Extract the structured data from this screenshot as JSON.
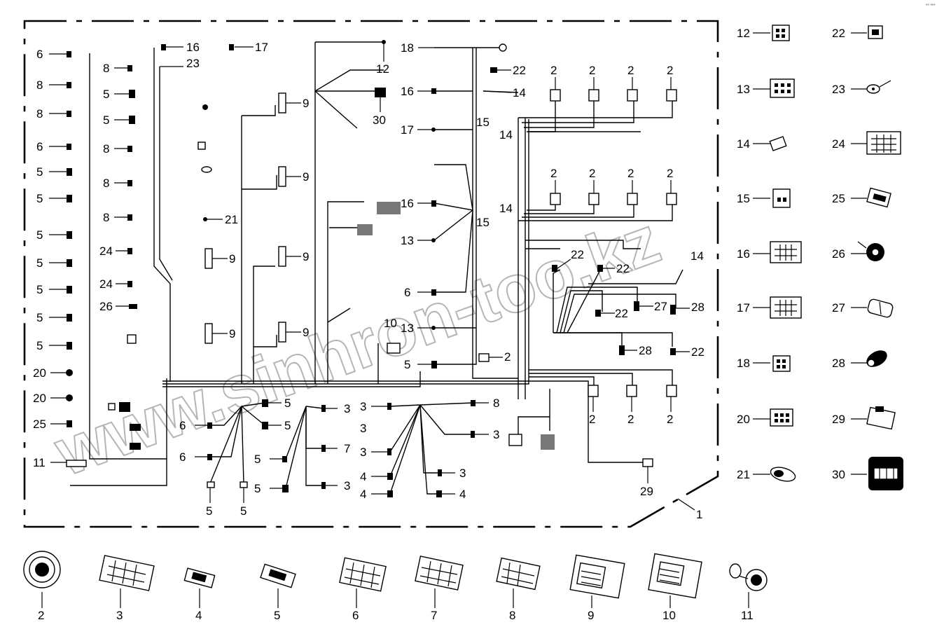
{
  "watermark": "www.sinhron-too.kz",
  "corner_mark": "°° °°°",
  "harness_callouts": {
    "left_column": [
      "6",
      "8",
      "8",
      "6",
      "5",
      "5",
      "5",
      "5",
      "5",
      "5",
      "5",
      "20",
      "20",
      "25",
      "11"
    ],
    "trunk_left": [
      "8",
      "5",
      "5",
      "8",
      "8",
      "8",
      "24",
      "24",
      "26"
    ],
    "top_left": [
      "16",
      "23",
      "17",
      "21"
    ],
    "col9": [
      "9",
      "9",
      "9",
      "9",
      "9",
      "9"
    ],
    "center_top": [
      "12",
      "30"
    ],
    "center_right": [
      "18",
      "22",
      "16",
      "14",
      "17",
      "15",
      "14",
      "14",
      "15",
      "16",
      "13",
      "6",
      "13",
      "10",
      "5",
      "2"
    ],
    "bottom_left_group": [
      "5",
      "6",
      "5",
      "6",
      "5",
      "5",
      "5",
      "5"
    ],
    "bottom_mid_group": [
      "3",
      "7",
      "3",
      "3",
      "3",
      "3",
      "8",
      "3",
      "4",
      "3",
      "4",
      "4"
    ],
    "right_upper": [
      "2",
      "2",
      "2",
      "2",
      "2",
      "2",
      "2",
      "2"
    ],
    "right_mid": [
      "22",
      "22",
      "14",
      "22",
      "27",
      "28",
      "28",
      "22"
    ],
    "right_lower": [
      "2",
      "2",
      "2",
      "29",
      "1"
    ]
  },
  "legend_right": [
    {
      "num": "12",
      "icon": "connector-6pin-icon"
    },
    {
      "num": "22",
      "icon": "connector-small-icon"
    },
    {
      "num": "13",
      "icon": "connector-8pin-icon"
    },
    {
      "num": "23",
      "icon": "ring-terminal-icon"
    },
    {
      "num": "14",
      "icon": "single-terminal-icon"
    },
    {
      "num": "24",
      "icon": "connector-12pin-icon"
    },
    {
      "num": "15",
      "icon": "connector-2pin-icon"
    },
    {
      "num": "25",
      "icon": "connector-angled-icon"
    },
    {
      "num": "16",
      "icon": "connector-10pin-icon"
    },
    {
      "num": "26",
      "icon": "round-sensor-icon"
    },
    {
      "num": "17",
      "icon": "connector-10pin-icon"
    },
    {
      "num": "27",
      "icon": "sealed-connector-icon"
    },
    {
      "num": "18",
      "icon": "connector-4pin-icon"
    },
    {
      "num": "28",
      "icon": "sealed-plug-icon"
    },
    {
      "num": "20",
      "icon": "connector-6pin-icon"
    },
    {
      "num": "29",
      "icon": "connector-block-icon"
    },
    {
      "num": "21",
      "icon": "sealed-plug-icon"
    },
    {
      "num": "30",
      "icon": "ecu-connector-icon"
    }
  ],
  "legend_bottom": [
    {
      "num": "2",
      "icon": "round-connector-icon"
    },
    {
      "num": "3",
      "icon": "connector-long-icon"
    },
    {
      "num": "4",
      "icon": "connector-small-icon"
    },
    {
      "num": "5",
      "icon": "connector-angled-icon"
    },
    {
      "num": "6",
      "icon": "connector-12pin-icon"
    },
    {
      "num": "7",
      "icon": "connector-long-icon"
    },
    {
      "num": "8",
      "icon": "connector-10pin-icon"
    },
    {
      "num": "9",
      "icon": "ecu-connector-icon"
    },
    {
      "num": "10",
      "icon": "ecu-connector-icon"
    },
    {
      "num": "11",
      "icon": "round-plug-icon"
    }
  ]
}
